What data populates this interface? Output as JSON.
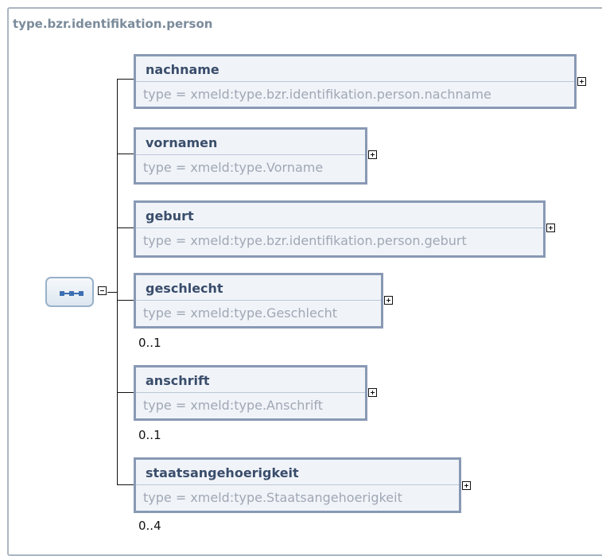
{
  "diagram": {
    "title": "type.bzr.identifikation.person",
    "elements": [
      {
        "name": "nachname",
        "type": "type = xmeld:type.bzr.identifikation.person.nachname",
        "cardinality": ""
      },
      {
        "name": "vornamen",
        "type": "type = xmeld:type.Vorname",
        "cardinality": ""
      },
      {
        "name": "geburt",
        "type": "type = xmeld:type.bzr.identifikation.person.geburt",
        "cardinality": ""
      },
      {
        "name": "geschlecht",
        "type": "type = xmeld:type.Geschlecht",
        "cardinality": "0..1"
      },
      {
        "name": "anschrift",
        "type": "type = xmeld:type.Anschrift",
        "cardinality": "0..1"
      },
      {
        "name": "staatsangehoerigkeit",
        "type": "type = xmeld:type.Staatsangehoerigkeit",
        "cardinality": "0..4"
      }
    ]
  },
  "colors": {
    "box_border": "#8899b4",
    "box_fill": "#f0f4f9",
    "name_text": "#3a4d6b",
    "type_text": "#a0a7b4",
    "title_text": "#7b8b9b",
    "sequence_icon": "#3d6fb2"
  },
  "icons": {
    "sequence": "sequence-compositor-icon",
    "collapse": "minus-toggle-icon",
    "expand": "plus-toggle-icon"
  }
}
